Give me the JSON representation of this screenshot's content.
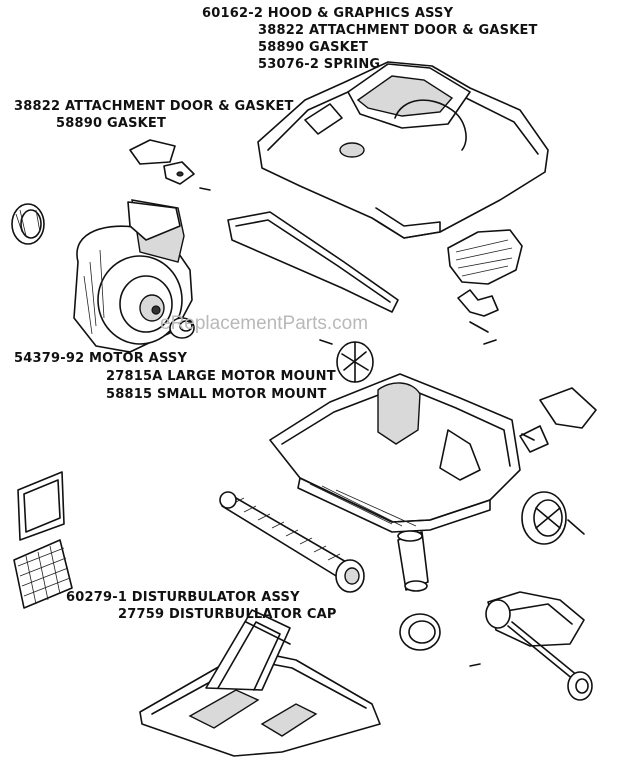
{
  "labels": {
    "hood": {
      "main": "60162-2 HOOD & GRAPHICS ASSY",
      "items": [
        "38822 ATTACHMENT DOOR & GASKET",
        "58890 GASKET",
        "53076-2 SPRING"
      ]
    },
    "door": {
      "main": "38822 ATTACHMENT DOOR & GASKET",
      "items": [
        "58890 GASKET"
      ]
    },
    "motor": {
      "main": "54379-92 MOTOR ASSY",
      "items": [
        "27815A LARGE MOTOR MOUNT",
        "58815 SMALL MOTOR MOUNT"
      ]
    },
    "disturbulator": {
      "main": "60279-1 DISTURBULATOR ASSY",
      "items": [
        "27759 DISTURBULLATOR CAP"
      ]
    }
  },
  "watermark": "eReplacementParts.com"
}
